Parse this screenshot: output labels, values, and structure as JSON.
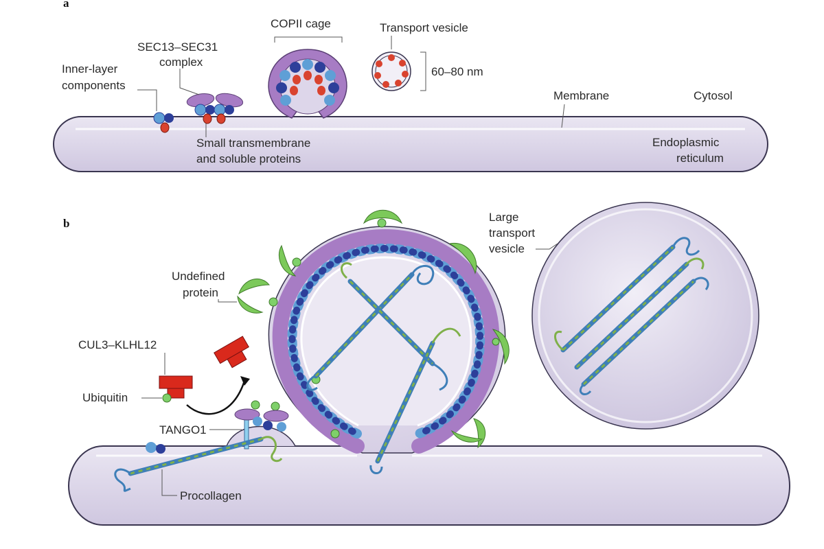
{
  "panel_a": {
    "letter": "a",
    "labels": {
      "copii_cage": "COPII cage",
      "transport_vesicle": "Transport vesicle",
      "sec13_line1": "SEC13–SEC31",
      "sec13_line2": "complex",
      "inner_line1": "Inner-layer",
      "inner_line2": "components",
      "size": "60–80 nm",
      "membrane": "Membrane",
      "cytosol": "Cytosol",
      "small_line1": "Small transmembrane",
      "small_line2": "and soluble proteins",
      "er_line1": "Endoplasmic",
      "er_line2": "reticulum"
    }
  },
  "panel_b": {
    "letter": "b",
    "labels": {
      "large_line1": "Large",
      "large_line2": "transport",
      "large_line3": "vesicle",
      "undefined_line1": "Undefined",
      "undefined_line2": "protein",
      "cul3": "CUL3–KLHL12",
      "ubiquitin": "Ubiquitin",
      "tango1": "TANGO1",
      "procollagen": "Procollagen"
    }
  },
  "colors": {
    "er_fill": "#d9d3e6",
    "er_edge": "#3a3550",
    "sec_purple": "#a77cc4",
    "inner_blue": "#5f9fd6",
    "inner_dark": "#2d3f9a",
    "cargo_red": "#d9432f",
    "ligase_red": "#d9291c",
    "ubiquitin_green": "#7fd06a",
    "undefined_green": "#7cc95a",
    "collagen_blue": "#3f7fb8",
    "collagen_green": "#7fb04a"
  }
}
